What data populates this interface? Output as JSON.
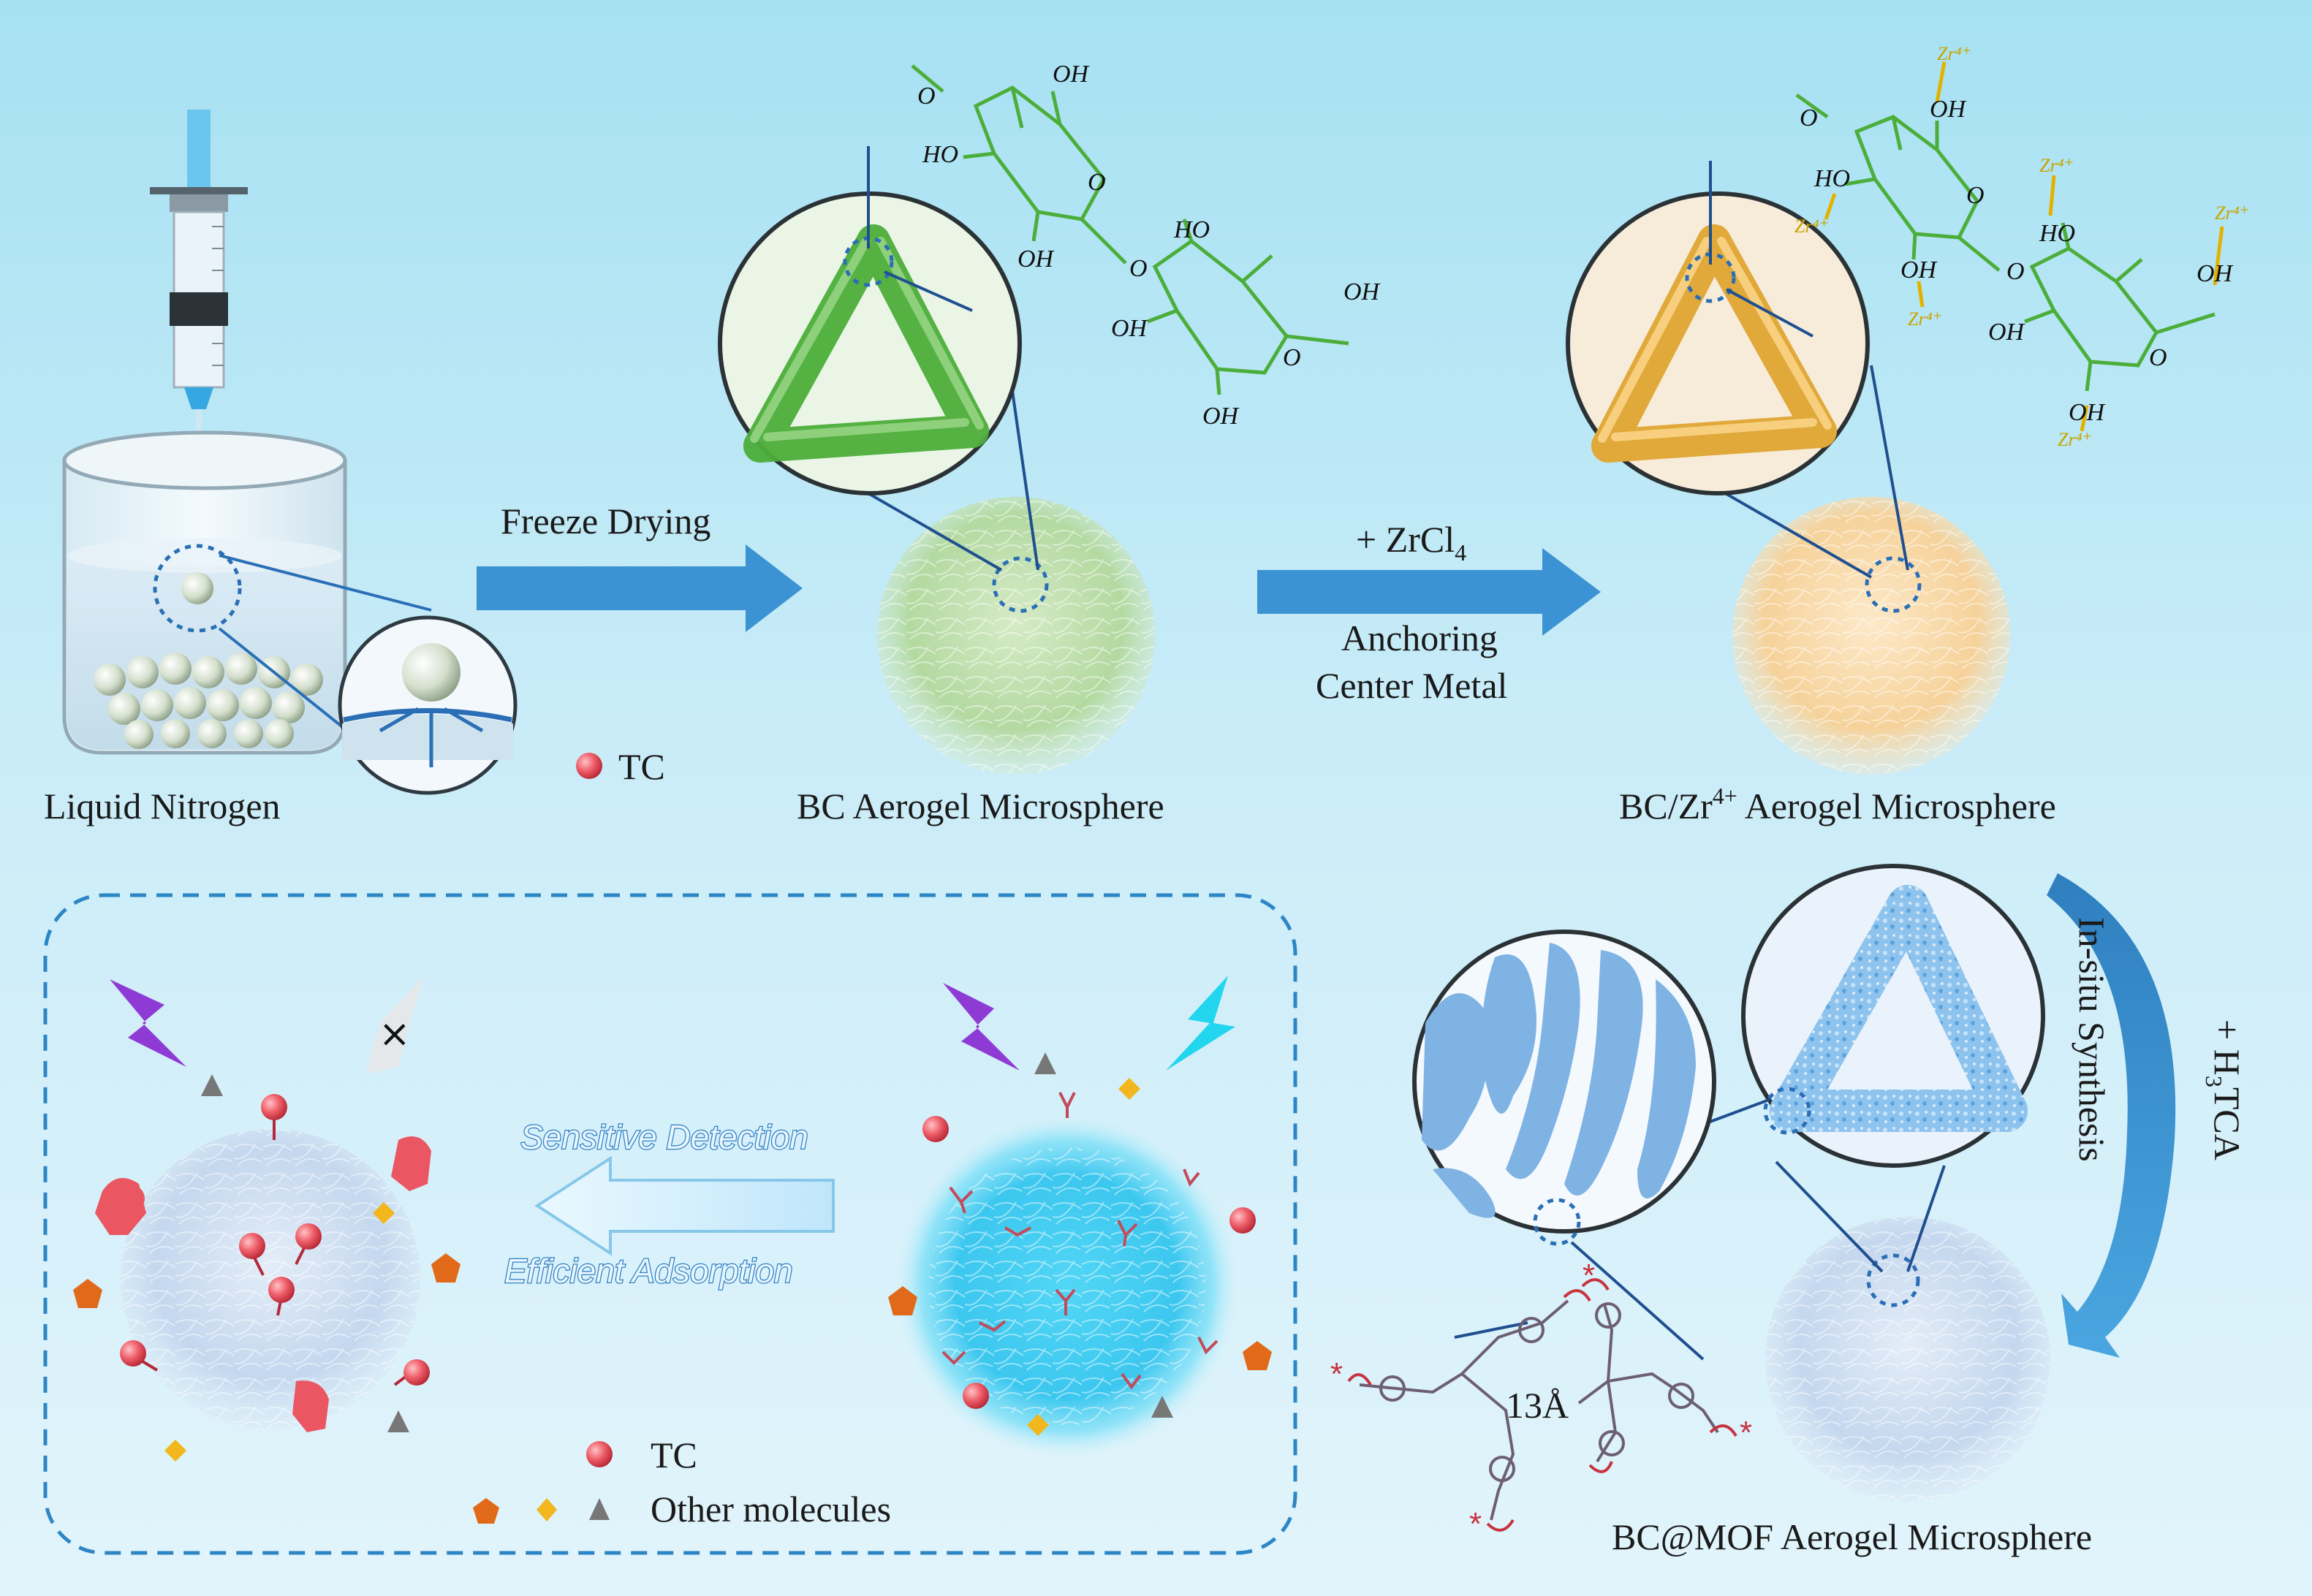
{
  "labels": {
    "liquid_nitrogen": "Liquid Nitrogen",
    "freeze_drying": "Freeze Drying",
    "tc_top": "TC",
    "bc_aerogel": "BC Aerogel Microsphere",
    "zrcl4_prefix": "+ ZrCl",
    "zrcl4_sub": "4",
    "anchoring_1": "Anchoring",
    "anchoring_2": "Center Metal",
    "bc_zr_prefix": "BC/Zr",
    "bc_zr_sup": "4+",
    "bc_zr_suffix": " Aerogel Microsphere",
    "insitu": "In-situ Synthesis",
    "h3tca_prefix": "+ H",
    "h3tca_sub": "3",
    "h3tca_suffix": "TCA",
    "sensitive_detection": "Sensitive Detection",
    "efficient_adsorption": "Efficient  Adsorption",
    "tc_bottom": "TC",
    "other_molecules": "Other molecules",
    "pore_size": "13Å",
    "bc_mof": "BC@MOF Aerogel Microsphere",
    "cross": "×"
  },
  "chem": {
    "oh": "OH",
    "ho": "HO",
    "o": "O",
    "zr": "Zr⁴⁺"
  },
  "colors": {
    "background_top": "#a9e3f3",
    "background_bottom": "#ddf2fb",
    "arrow_blue": "#3b93d3",
    "cellulose_green": "#4cae3a",
    "zr_yellow": "#e3b200",
    "tc_red": "#e8525e",
    "dashed_border": "#2c86c6",
    "purple_bolt": "#8e3bd6",
    "cyan_bolt": "#21d6ee"
  }
}
